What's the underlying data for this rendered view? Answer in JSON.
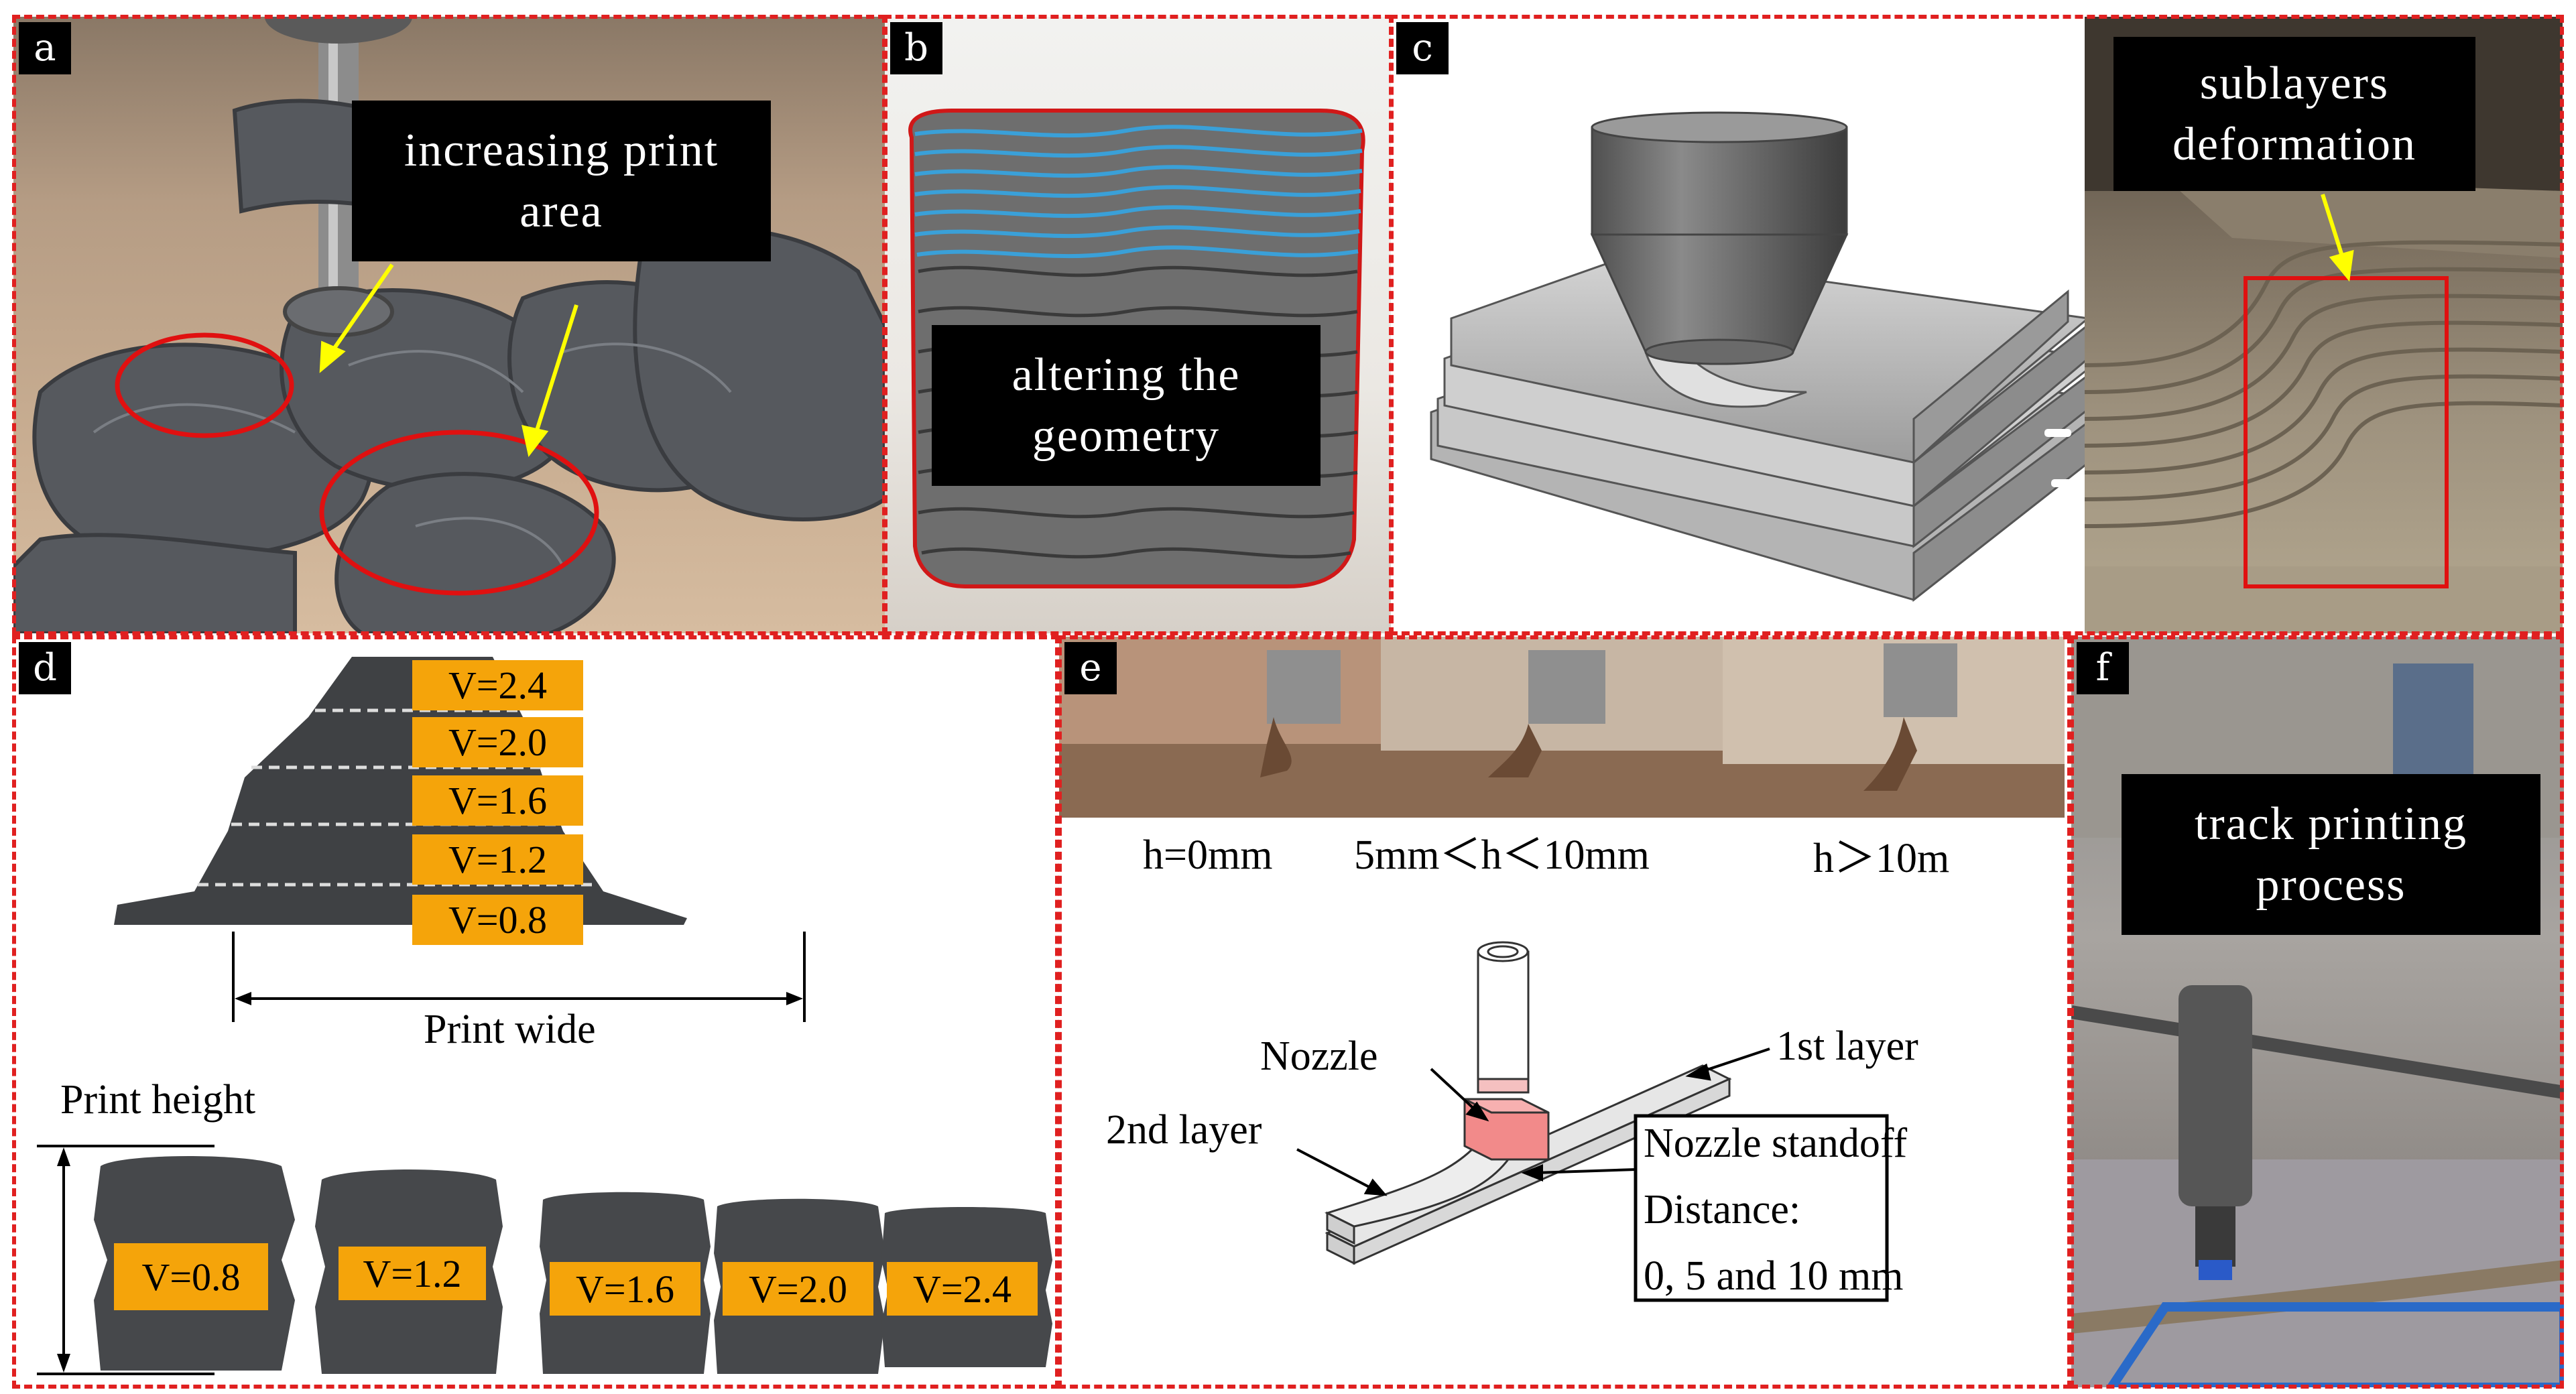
{
  "colors": {
    "frame": "#e02020",
    "label_bg": "#f5a40a",
    "arrow": "#ffff00",
    "ellipse": "#e01010"
  },
  "panels": {
    "a": {
      "letter": "a",
      "caption": "increasing print area",
      "caption_lines": [
        "increasing print",
        "area"
      ]
    },
    "b": {
      "letter": "b",
      "caption_lines": [
        "altering the",
        "geometry"
      ]
    },
    "c": {
      "letter": "c",
      "caption_lines": [
        "sublayers",
        "deformation"
      ]
    },
    "d": {
      "letter": "d",
      "stack_labels": [
        "V=2.4",
        "V=2.0",
        "V=1.6",
        "V=1.2",
        "V=0.8"
      ],
      "width_label": "Print wide",
      "height_label": "Print height",
      "row_labels": [
        "V=0.8",
        "V=1.2",
        "V=1.6",
        "V=2.0",
        "V=2.4"
      ]
    },
    "e": {
      "letter": "e",
      "photo_labels": [
        "h=0mm",
        "5mm＜h＜10mm",
        "h＞10m"
      ],
      "nozzle_label": "Nozzle",
      "first_layer_label": "1st layer",
      "second_layer_label": "2nd layer",
      "standoff_lines": [
        "Nozzle standoff",
        "Distance:",
        "0, 5 and 10 mm"
      ]
    },
    "f": {
      "letter": "f",
      "caption_lines": [
        "track printing",
        "process"
      ]
    }
  }
}
